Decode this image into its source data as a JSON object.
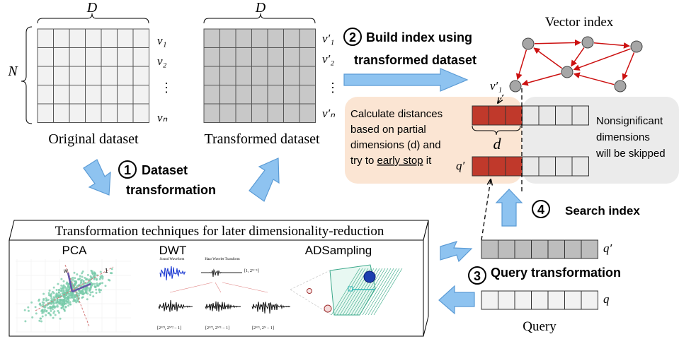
{
  "datasets": {
    "dim_label": "D",
    "rows_label": "N",
    "original": {
      "caption": "Original dataset",
      "row_labels": [
        "v₁",
        "v₂",
        "⋮",
        "vₙ"
      ]
    },
    "transformed": {
      "caption": "Transformed dataset",
      "row_labels": [
        "v′₁",
        "v′₂",
        "⋮",
        "v′ₙ"
      ]
    }
  },
  "steps": {
    "step1": {
      "number": "1",
      "line1": "Dataset",
      "line2": "transformation"
    },
    "step2": {
      "number": "2",
      "line1": "Build index using",
      "line2": "transformed dataset"
    },
    "step3": {
      "number": "3",
      "label": "Query transformation"
    },
    "step4": {
      "number": "4",
      "label": "Search index"
    }
  },
  "index": {
    "title": "Vector index",
    "entry_label": "v′₁"
  },
  "distance_box": {
    "line1": "Calculate distances",
    "line2": "based on partial",
    "line3": "dimensions (d) and",
    "line4_prefix": "try to ",
    "line4_underlined": "early stop",
    "line4_suffix": " it",
    "d_label": "d",
    "query_label": "q′",
    "skip_line1": "Nonsignificant",
    "skip_line2": "dimensions",
    "skip_line3": "will be skipped"
  },
  "techniques": {
    "title": "Transformation techniques for later dimensionality-reduction",
    "pca": "PCA",
    "dwt": "DWT",
    "adsampling": "ADSampling",
    "dwt_sound": "Sound Waveform",
    "dwt_haar": "Haar Wavelet Transform",
    "dwt_range1": "[1, 2ᴺ⁻¹]",
    "dwt_range2": "[2ᴺ′³, 2ᴺ′² − 1]",
    "dwt_range3": "[2ᴺ′², 2ᴺ′¹ − 1]",
    "dwt_range4": "[2ᴺ′¹, 2ᴺ − 1]"
  },
  "query": {
    "transformed_label": "q′",
    "original_label": "q",
    "caption": "Query"
  },
  "colors": {
    "grid_light": "#f2f2f2",
    "grid_dark": "#c8c8c8",
    "arrow_fill": "#8ec3f0",
    "arrow_stroke": "#5b9bd5",
    "red_cell": "#c0392b",
    "edge_red": "#cc1111",
    "node_gray": "#a6a6a6",
    "peach": "#fbe5d3",
    "gray_panel": "#ebebeb"
  }
}
